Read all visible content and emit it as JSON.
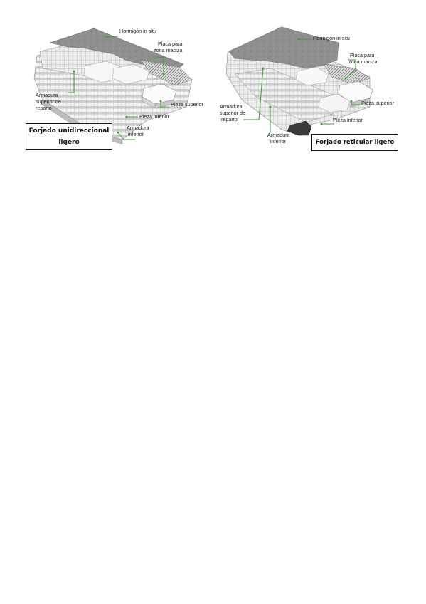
{
  "left": {
    "title_line1": "Forjado unidireccional",
    "title_line2": "ligero",
    "labels": {
      "hormigon": "Hormigón in situ",
      "placa_1": "Placa  para",
      "placa_2": "zona maciza",
      "armadura_sup_1": "Armadura",
      "armadura_sup_2": "superior de",
      "armadura_sup_3": "reparto",
      "pieza_superior": "Pieza superior",
      "pieza_inferior": "Pieza inferior",
      "armadura_inf_1": "Armadura",
      "armadura_inf_2": "inferior"
    }
  },
  "right": {
    "title": "Forjado reticular ligero",
    "labels": {
      "hormigon": "Hormigón in situ",
      "placa_1": "Placa  para",
      "placa_2": "zona maciza",
      "armadura_sup_1": "Armadura",
      "armadura_sup_2": "superior de",
      "armadura_sup_3": "reparto",
      "pieza_superior": "Pieza superior",
      "pieza_inferior": "Pieza inferior",
      "armadura_inf_1": "Armadura",
      "armadura_inf_2": "inferior"
    }
  },
  "colors": {
    "leader": "#3f9a36",
    "concrete": "#8f8f8f",
    "block_light": "#f1f1f1",
    "block_shade": "#cfcfcf",
    "grid_line": "#9a9a9a"
  }
}
